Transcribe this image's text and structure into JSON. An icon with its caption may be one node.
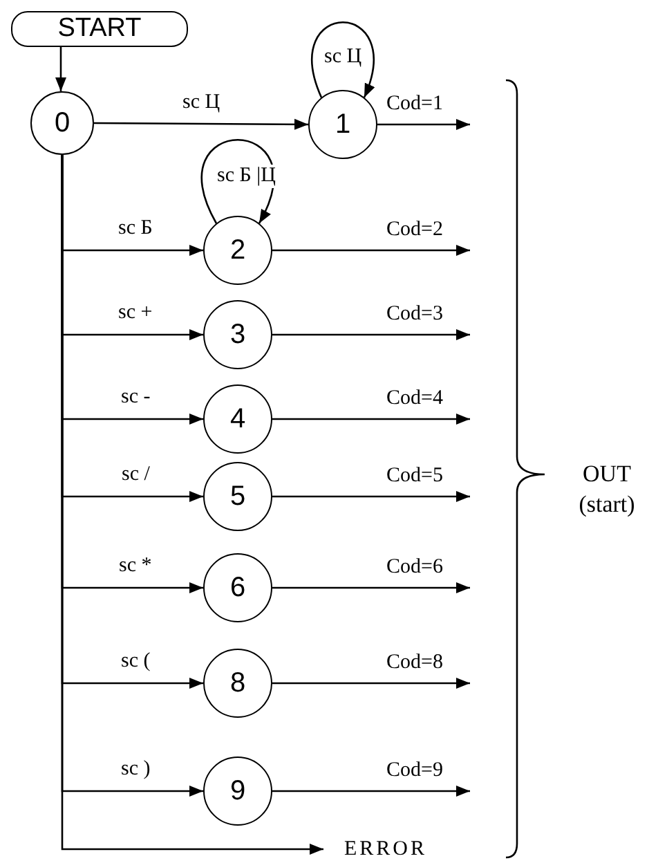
{
  "diagram": {
    "nodes": [
      {
        "text": [
          "START"
        ]
      },
      {
        "text": [
          "0"
        ]
      },
      {
        "text": [
          "1"
        ]
      },
      {
        "text": [
          "2"
        ]
      },
      {
        "text": [
          "3"
        ]
      },
      {
        "text": [
          "4"
        ]
      },
      {
        "text": [
          "5"
        ]
      },
      {
        "text": [
          "6"
        ]
      },
      {
        "text": [
          "8"
        ]
      },
      {
        "text": [
          "9"
        ]
      },
      {
        "text": [
          "ERROR"
        ]
      }
    ],
    "edges": [
      {
        "from": 0,
        "to": 1,
        "arrow": "to"
      },
      {
        "from": 1,
        "to": 2,
        "arrow": "to",
        "label": "sc Ц"
      },
      {
        "from": 2,
        "to": 2,
        "arrow": "to",
        "label": "sc Ц"
      },
      {
        "from": 2,
        "to": null,
        "arrow": "to",
        "label": "Cod=1"
      },
      {
        "from": 1,
        "to": 3,
        "arrow": "to",
        "label": "sc Б"
      },
      {
        "from": 3,
        "to": 3,
        "arrow": "to",
        "label": "sc Б |Ц"
      },
      {
        "from": 3,
        "to": null,
        "arrow": "to",
        "label": "Cod=2"
      },
      {
        "from": 1,
        "to": 4,
        "arrow": "to",
        "label": "sc +"
      },
      {
        "from": 4,
        "to": null,
        "arrow": "to",
        "label": "Cod=3"
      },
      {
        "from": 1,
        "to": 5,
        "arrow": "to",
        "label": "sc -"
      },
      {
        "from": 5,
        "to": null,
        "arrow": "to",
        "label": "Cod=4"
      },
      {
        "from": 1,
        "to": 6,
        "arrow": "to",
        "label": "sc /"
      },
      {
        "from": 6,
        "to": null,
        "arrow": "to",
        "label": "Cod=5"
      },
      {
        "from": 1,
        "to": 7,
        "arrow": "to",
        "label": "sc *"
      },
      {
        "from": 7,
        "to": null,
        "arrow": "to",
        "label": "Cod=6"
      },
      {
        "from": 1,
        "to": 8,
        "arrow": "to",
        "label": "sc ("
      },
      {
        "from": 8,
        "to": null,
        "arrow": "to",
        "label": "Cod=8"
      },
      {
        "from": 1,
        "to": 9,
        "arrow": "to",
        "label": "sc )"
      },
      {
        "from": 9,
        "to": null,
        "arrow": "to",
        "label": "Cod=9"
      },
      {
        "from": 1,
        "to": 10,
        "arrow": "to"
      }
    ],
    "labels": [
      "OUT (start)"
    ]
  }
}
